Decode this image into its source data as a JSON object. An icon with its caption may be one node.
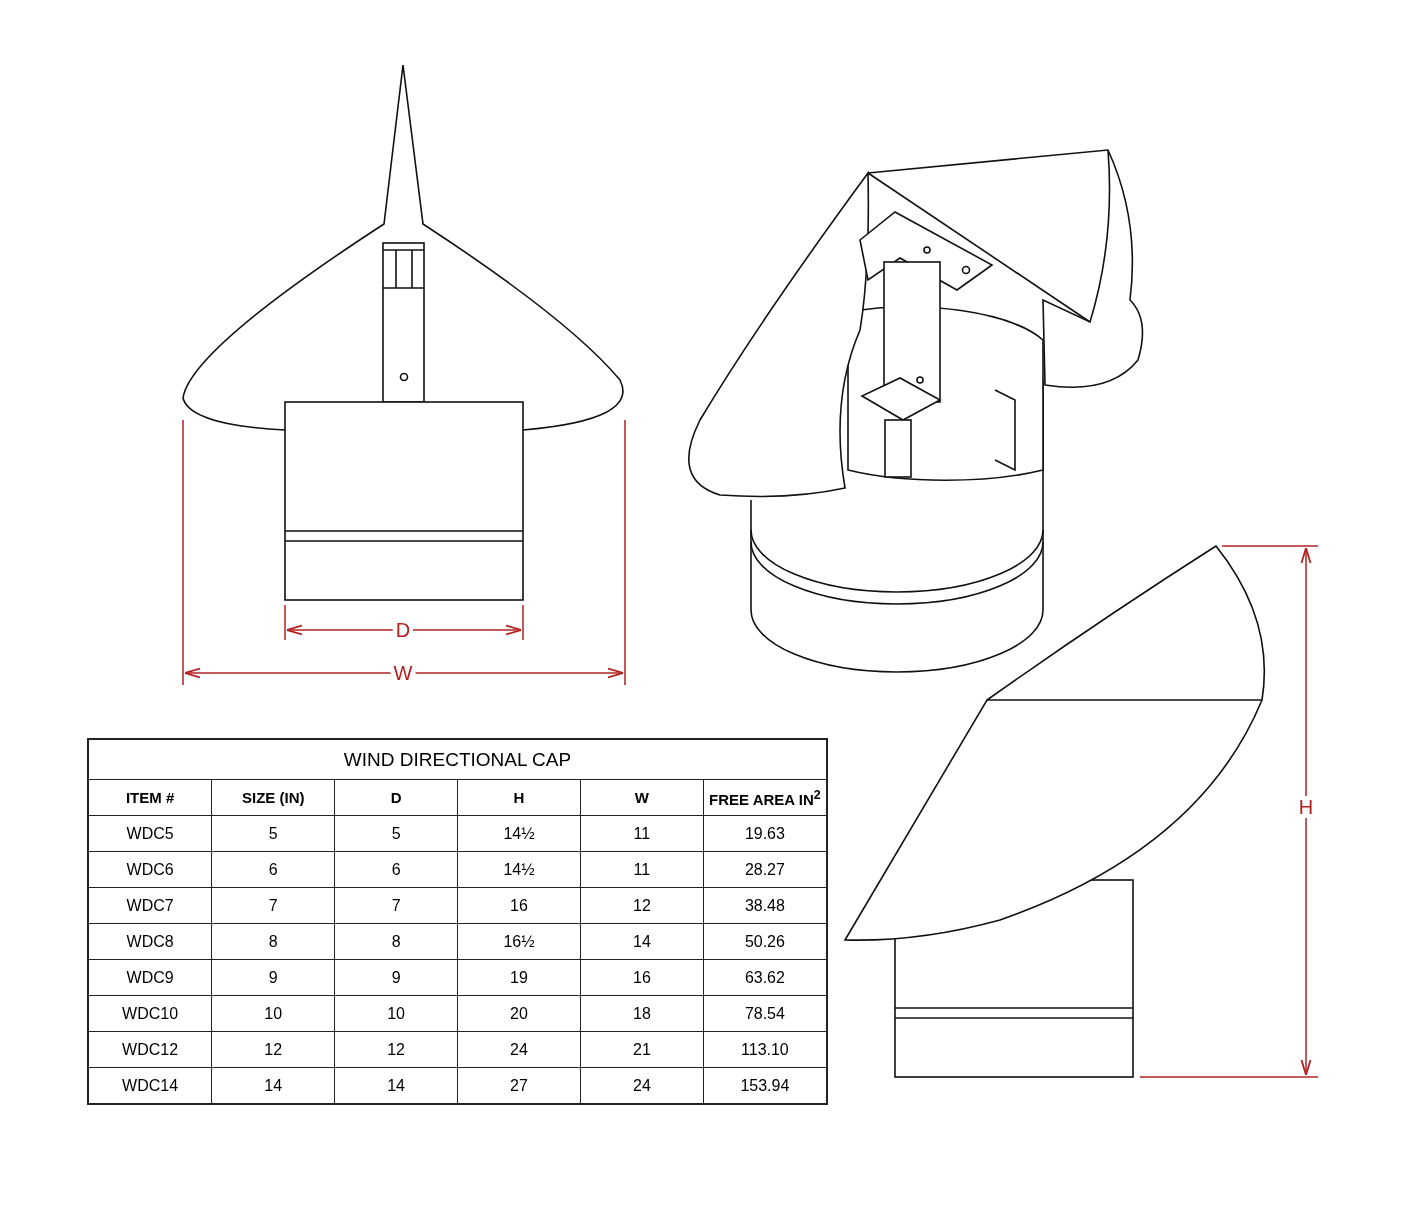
{
  "diagram": {
    "labels": [
      "D",
      "W",
      "H",
      "WIND DIRECTIONAL CAP",
      "ITEM #",
      "SIZE (IN)",
      "D",
      "H",
      "W",
      "FREE AREA IN$^{2}$",
      "WDC5",
      "5",
      "5",
      "14½",
      "11",
      "19.63",
      "WDC6",
      "6",
      "6",
      "14½",
      "11",
      "28.27",
      "WDC7",
      "7",
      "7",
      "16",
      "12",
      "38.48",
      "WDC8",
      "8",
      "8",
      "16½",
      "14",
      "50.26",
      "WDC9",
      "9",
      "9",
      "19",
      "16",
      "63.62",
      "WDC10",
      "10",
      "10",
      "20",
      "18",
      "78.54",
      "WDC12",
      "12",
      "12",
      "24",
      "21",
      "113.10",
      "WDC14",
      "14",
      "14",
      "27",
      "24",
      "153.94"
    ]
  }
}
